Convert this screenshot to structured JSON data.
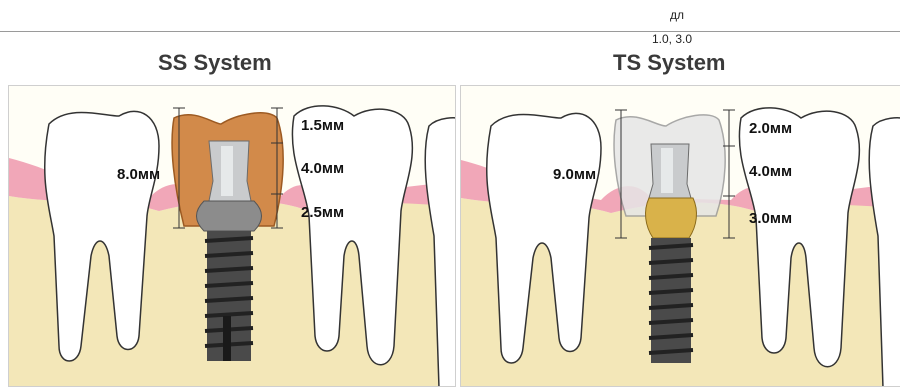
{
  "header": {
    "note": "дл",
    "values": "1.0, 3.0"
  },
  "panels": [
    {
      "title": "SS System",
      "total_height": "8.0мм",
      "crown": "1.5мм",
      "abutment": "4.0мм",
      "collar": "2.5мм",
      "crown_color": "#d28a4a",
      "collar_color": "#8c8c8c"
    },
    {
      "title": "TS System",
      "total_height": "9.0мм",
      "crown": "2.0мм",
      "abutment": "4.0мм",
      "collar": "3.0мм",
      "crown_color": "#e6e6e6",
      "collar_color": "#d9b24a"
    }
  ]
}
